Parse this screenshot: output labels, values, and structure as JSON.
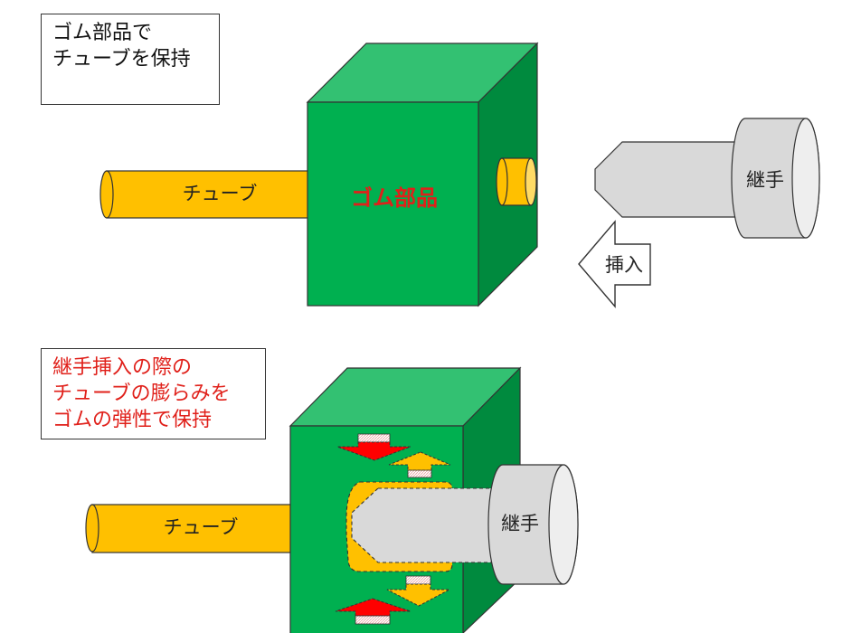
{
  "top": {
    "note_lines": [
      "ゴム部品で",
      "チューブを保持"
    ],
    "tube_label": "チューブ",
    "rubber_label": "ゴム部品",
    "fitting_label": "継手",
    "insert_label": "挿入"
  },
  "bottom": {
    "note_lines": [
      "継手挿入の際の",
      "チューブの膨らみを",
      "ゴムの弾性で保持"
    ],
    "tube_label": "チューブ",
    "fitting_label": "継手"
  },
  "colors": {
    "rubber_front": "#00b050",
    "rubber_top": "#33c172",
    "rubber_side": "#008a3e",
    "tube": "#ffc000",
    "fitting": "#d9d9d9",
    "arrow_red": "#ff0000",
    "note_red": "#e0201a",
    "rubber_label": "#e0201a"
  }
}
